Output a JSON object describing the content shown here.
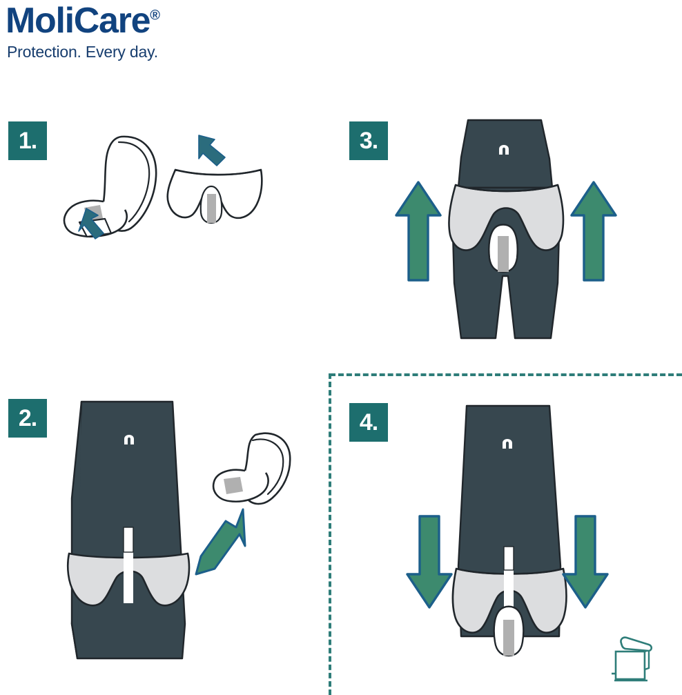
{
  "brand": {
    "wordmark": "MoliCare",
    "registered_mark": "®",
    "tagline": "Protection. Every day.",
    "wordmark_color": "#11437f",
    "tagline_color": "#173d6e"
  },
  "palette": {
    "badge_teal": "#1d6e6e",
    "dashed_border": "#2e7d79",
    "body_dark": "#37474f",
    "underwear_light": "#dcdddf",
    "pad_adhesive_gray": "#b0b0b0",
    "arrow_fill_green": "#3d8a6e",
    "arrow_outline_blue": "#1c5f8a",
    "arrow_solid_teal": "#2b6c7d",
    "outline_dark": "#20262b",
    "white": "#ffffff"
  },
  "steps": [
    {
      "id": "step-1",
      "number": "1.",
      "figure_name": "pad-and-underwear-illustration",
      "elements": [
        "incontinence-pad",
        "adhesive-strip",
        "release-liner-peel-arrow",
        "underwear-front-view",
        "placement-arrow"
      ]
    },
    {
      "id": "step-2",
      "number": "2.",
      "figure_name": "lowered-underwear-with-pad-illustration",
      "elements": [
        "torso-body",
        "navel-mark",
        "lowered-underwear",
        "incontinence-pad",
        "adhesive-strip",
        "insert-pad-arrow"
      ]
    },
    {
      "id": "step-3",
      "number": "3.",
      "figure_name": "pull-up-underwear-illustration",
      "elements": [
        "torso-and-legs-body",
        "navel-mark",
        "underwear-pulled-up",
        "pad-in-place",
        "pull-up-arrow-left",
        "pull-up-arrow-right"
      ]
    },
    {
      "id": "step-4",
      "number": "4.",
      "figure_name": "pull-down-and-dispose-illustration",
      "elements": [
        "torso-body",
        "navel-mark",
        "lowered-underwear",
        "used-pad",
        "pull-down-arrow-left",
        "pull-down-arrow-right",
        "disposal-bin-icon"
      ]
    }
  ],
  "disposal": {
    "icon_name": "trash-bin-open-lid-icon",
    "color": "#2e7d79"
  }
}
